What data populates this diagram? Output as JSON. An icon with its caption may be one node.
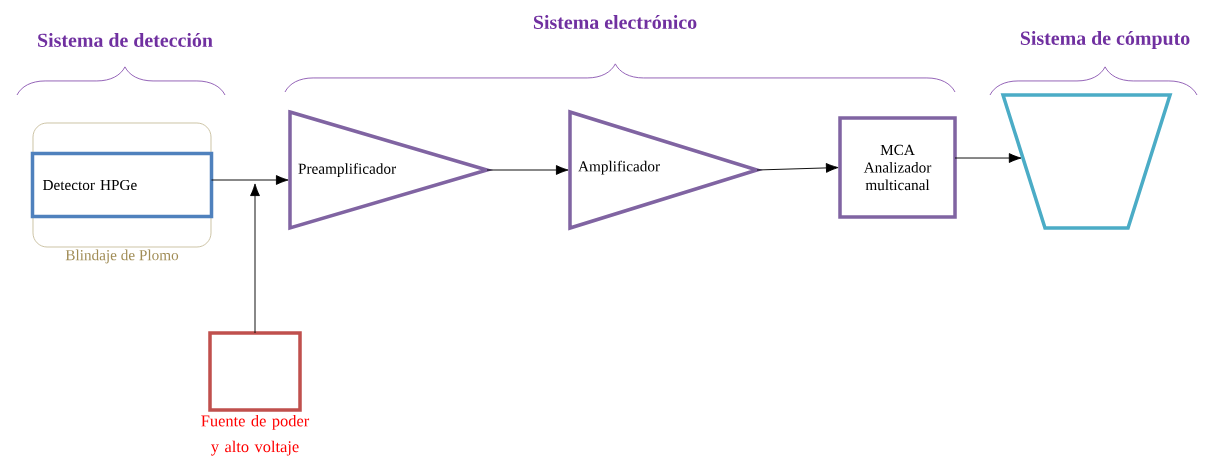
{
  "diagram": {
    "nodes": [
      {
        "text": [
          "Blindaje de Plomo"
        ]
      },
      {
        "text": [
          "Detector HPGe"
        ],
        "in": 0
      },
      {
        "text": [
          "Preamplificador"
        ]
      },
      {
        "text": [
          "Amplificador"
        ]
      },
      {
        "text": [
          "MCA",
          "Analizador multicanal"
        ]
      },
      {
        "text": [],
        "shape": "trapezoid"
      },
      {
        "text": [
          "Fuente de poder y alto voltaje"
        ]
      }
    ],
    "edges": [
      {
        "from": 1,
        "to": 2,
        "arrow": "to"
      },
      {
        "from": 6,
        "to": 2,
        "arrow": "to"
      },
      {
        "from": 2,
        "to": 3,
        "arrow": "to"
      },
      {
        "from": 3,
        "to": 4,
        "arrow": "to"
      },
      {
        "from": 4,
        "to": 5,
        "arrow": "to"
      }
    ],
    "labels": [
      "Sistema de detección",
      "Sistema electrónico",
      "Sistema de cómputo"
    ]
  }
}
